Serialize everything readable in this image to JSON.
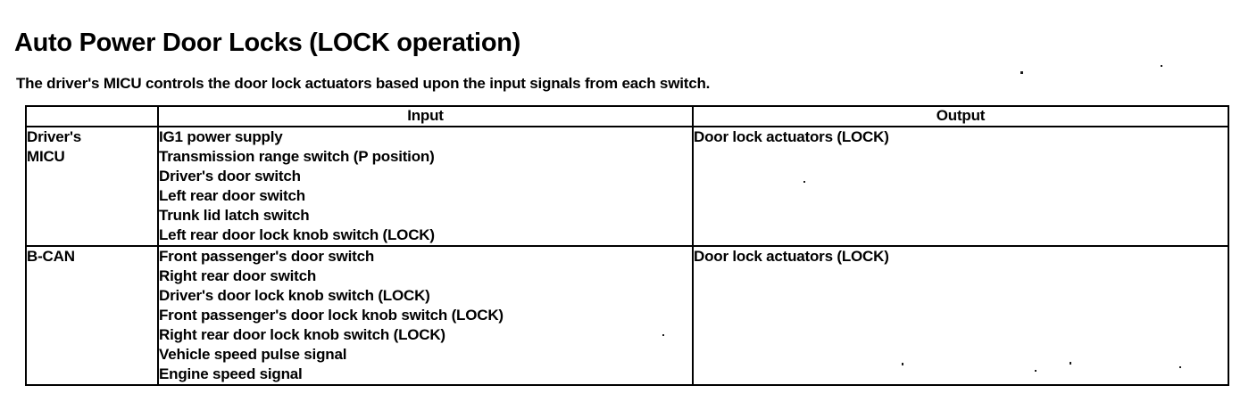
{
  "document": {
    "title": "Auto Power Door Locks (LOCK operation)",
    "subtitle": "The driver's MICU controls the door lock actuators based upon the input signals from each switch."
  },
  "table": {
    "headers": {
      "unit": "",
      "input": "Input",
      "output": "Output"
    },
    "rows": [
      {
        "unit_lines": [
          "Driver's",
          "MICU"
        ],
        "input_lines": [
          "IG1 power supply",
          "Transmission range switch (P position)",
          "Driver's door switch",
          "Left rear door switch",
          "Trunk lid latch switch",
          "Left rear door lock knob switch (LOCK)"
        ],
        "output_lines": [
          "Door lock actuators (LOCK)"
        ]
      },
      {
        "unit_lines": [
          "B-CAN"
        ],
        "input_lines": [
          "Front passenger's door switch",
          "Right rear door switch",
          "Driver's door lock knob switch (LOCK)",
          "Front passenger's door lock knob switch (LOCK)",
          "Right rear door lock knob switch (LOCK)",
          "Vehicle speed pulse signal",
          "Engine speed signal"
        ],
        "output_lines": [
          "Door lock actuators (LOCK)"
        ]
      }
    ]
  },
  "style": {
    "ink": "#000000",
    "paper": "#ffffff"
  }
}
